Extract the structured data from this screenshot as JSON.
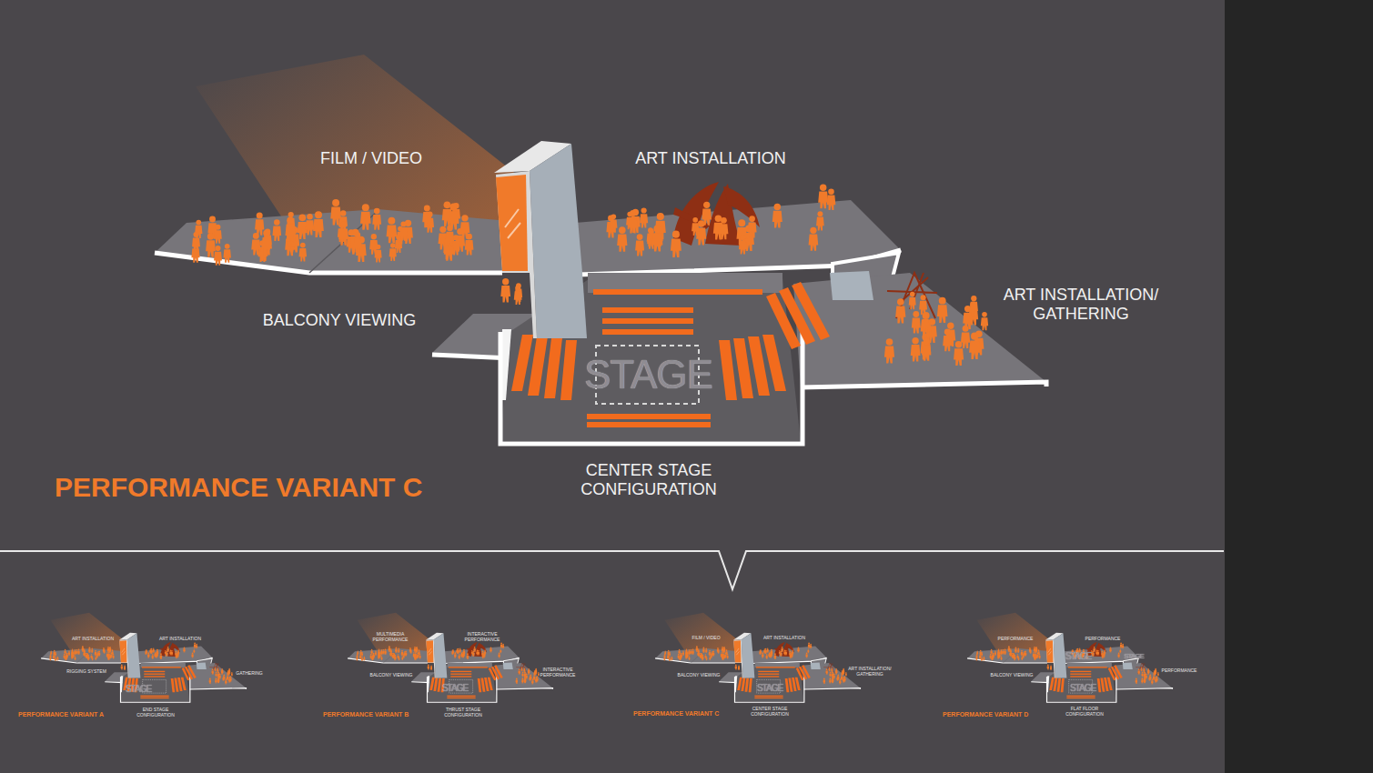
{
  "diagram": {
    "title": "PERFORMANCE VARIANT C",
    "labels": [
      "FILM / VIDEO",
      "ART INSTALLATION",
      "BALCONY VIEWING",
      "ART INSTALLATION/ GATHERING",
      "STAGE",
      "CENTER STAGE CONFIGURATION",
      "ART INSTALLATION",
      "ART INSTALLATION",
      "RIGGING SYSTEM",
      "GATHERING",
      "STAGE",
      "END STAGE CONFIGURATION",
      "PERFORMANCE VARIANT A",
      "MULTIMEDIA PERFORMANCE",
      "INTERACTIVE PERFORMANCE",
      "BALCONY VIEWING",
      "INTERACTIVE PERFORMANCE",
      "STAGE",
      "THRUST STAGE CONFIGURATION",
      "PERFORMANCE VARIANT B",
      "FILM / VIDEO",
      "ART INSTALLATION",
      "BALCONY VIEWING",
      "ART INSTALLATION/ GATHERING",
      "STAGE",
      "CENTER STAGE CONFIGURATION",
      "PERFORMANCE VARIANT C",
      "PERFORMANCE",
      "PERFORMANCE",
      "BALCONY VIEWING",
      "PERFORMANCE",
      "STAGE",
      "STAGE",
      "STAGE",
      "FLAT FLOOR CONFIGURATION",
      "PERFORMANCE VARIANT D"
    ]
  }
}
